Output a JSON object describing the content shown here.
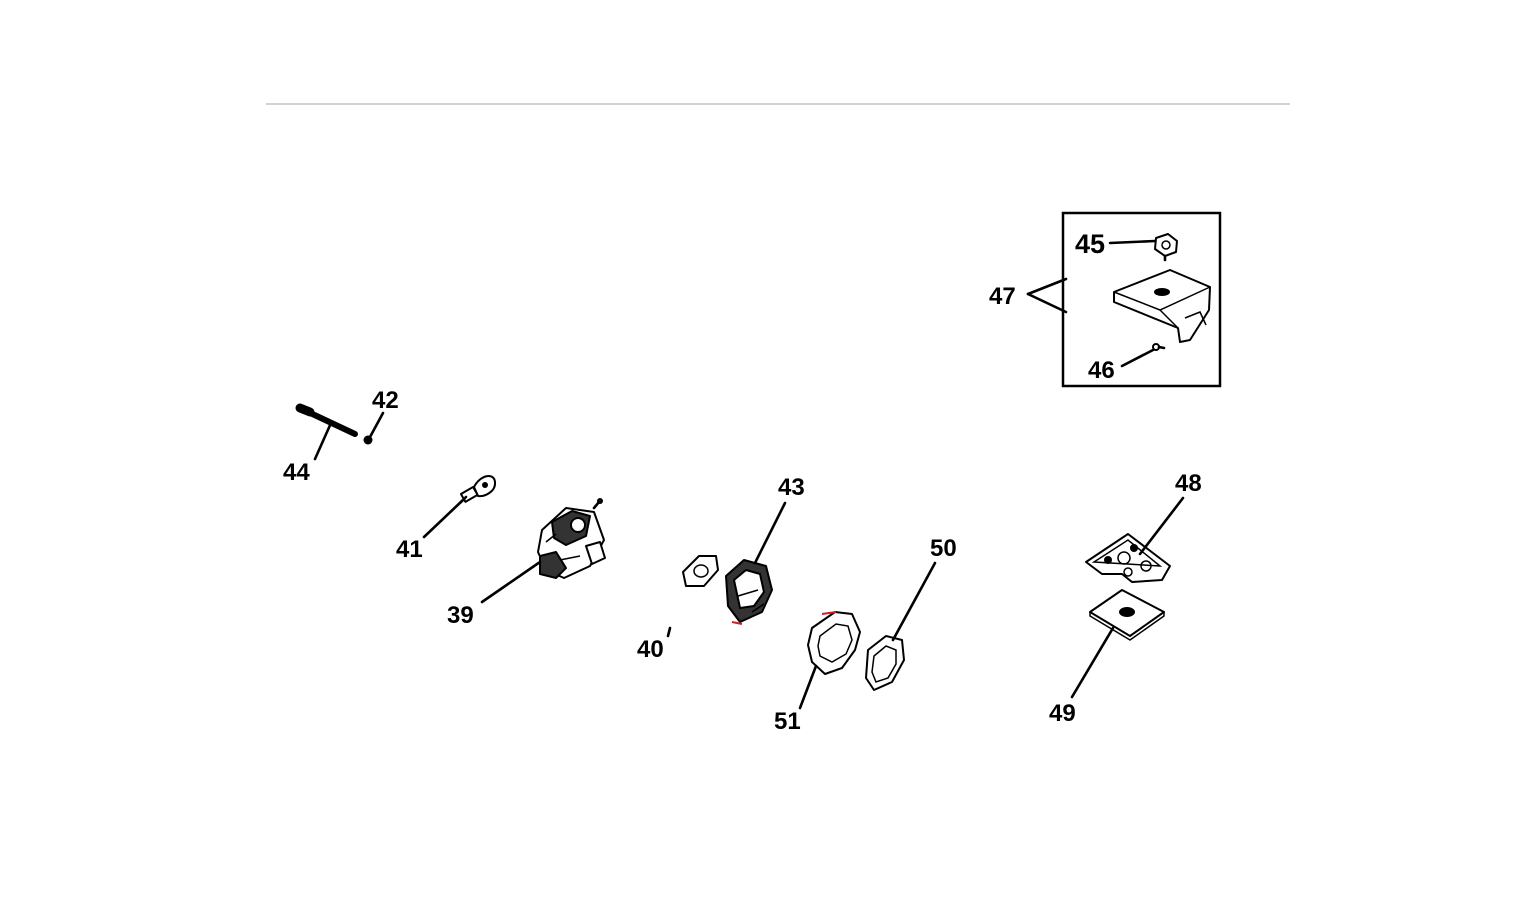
{
  "callouts": {
    "c39": "39",
    "c40": "40",
    "c41": "41",
    "c42": "42",
    "c43": "43",
    "c44": "44",
    "c45": "45",
    "c46": "46",
    "c47": "47",
    "c48": "48",
    "c49": "49",
    "c50": "50",
    "c51": "51"
  }
}
